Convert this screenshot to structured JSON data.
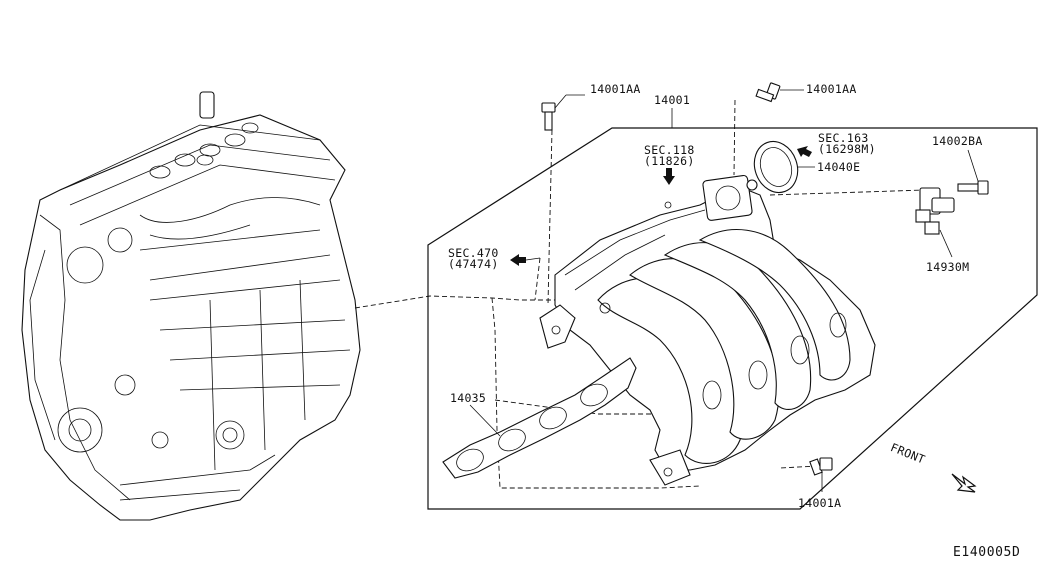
{
  "labels": {
    "l_14001AA_left": "14001AA",
    "l_14001": "14001",
    "l_14001AA_right": "14001AA",
    "l_sec118_a": "SEC.118",
    "l_sec118_b": "(11826)",
    "l_sec163_a": "SEC.163",
    "l_sec163_b": "(16298M)",
    "l_14040E": "14040E",
    "l_14002BA": "14002BA",
    "l_sec470_a": "SEC.470",
    "l_sec470_b": "(47474)",
    "l_14930M": "14930M",
    "l_14035": "14035",
    "l_14001A": "14001A",
    "l_front": "FRONT",
    "l_code": "E140005D"
  },
  "parts": [
    {
      "id": "engine-block",
      "icon": "engine-block-icon"
    },
    {
      "id": "intake-manifold",
      "icon": "intake-manifold-icon",
      "part_number": "14001"
    },
    {
      "id": "manifold-gasket",
      "icon": "gasket-icon",
      "part_number": "14035"
    },
    {
      "id": "throttle-o-ring",
      "icon": "o-ring-icon",
      "part_number": "14040E"
    },
    {
      "id": "bolt-14001AA-left",
      "icon": "bolt-icon",
      "part_number": "14001AA"
    },
    {
      "id": "bolt-14001AA-right",
      "icon": "bolt-icon",
      "part_number": "14001AA"
    },
    {
      "id": "bolt-14002BA",
      "icon": "bolt-icon",
      "part_number": "14002BA"
    },
    {
      "id": "bolt-14001A",
      "icon": "bolt-icon",
      "part_number": "14001A"
    },
    {
      "id": "solenoid-valve",
      "icon": "solenoid-icon",
      "part_number": "14930M"
    }
  ],
  "colors": {
    "ink": "#111111",
    "paper": "#ffffff"
  }
}
